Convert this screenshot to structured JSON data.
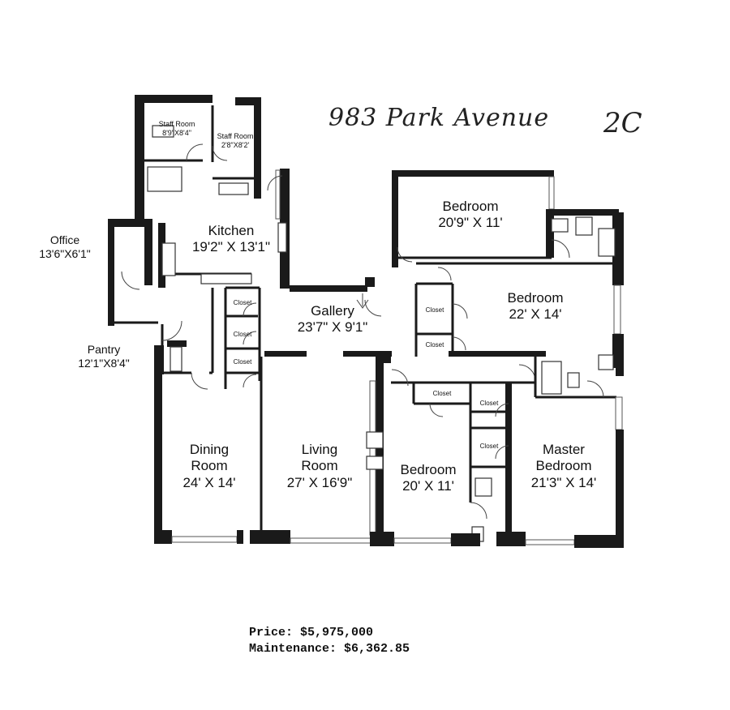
{
  "header": {
    "address": "983 Park Avenue",
    "unit": "2C"
  },
  "rooms": {
    "staff_room_1": {
      "name": "Staff Room",
      "dims": "8'9\"X8'4\""
    },
    "staff_room_2": {
      "name": "Staff Room",
      "dims": "2'8\"X8'2'"
    },
    "kitchen": {
      "name": "Kitchen",
      "dims": "19'2\" X 13'1\""
    },
    "office": {
      "name": "Office",
      "dims": "13'6\"X6'1\""
    },
    "pantry": {
      "name": "Pantry",
      "dims": "12'1\"X8'4\""
    },
    "gallery": {
      "name": "Gallery",
      "dims": "23'7\" X 9'1\""
    },
    "bedroom_1": {
      "name": "Bedroom",
      "dims": "20'9\" X 11'"
    },
    "bedroom_2": {
      "name": "Bedroom",
      "dims": "22' X 14'"
    },
    "bedroom_3": {
      "name": "Bedroom",
      "dims": "20' X 11'"
    },
    "master_bedroom": {
      "line1": "Master",
      "line2": "Bedroom",
      "dims": "21'3\" X 14'"
    },
    "dining_room": {
      "line1": "Dining",
      "line2": "Room",
      "dims": "24' X 14'"
    },
    "living_room": {
      "line1": "Living",
      "line2": "Room",
      "dims": "27' X 16'9\""
    }
  },
  "closet_labels": {
    "c1": "Closet",
    "c2": "Closet",
    "c3": "Closet",
    "c4": "Closet",
    "c5": "Closet",
    "c6": "Closet",
    "c7": "Closet",
    "c8": "Closet"
  },
  "listing": {
    "price": "Price: $5,975,000",
    "maintenance": "Maintenance: $6,362.85"
  }
}
